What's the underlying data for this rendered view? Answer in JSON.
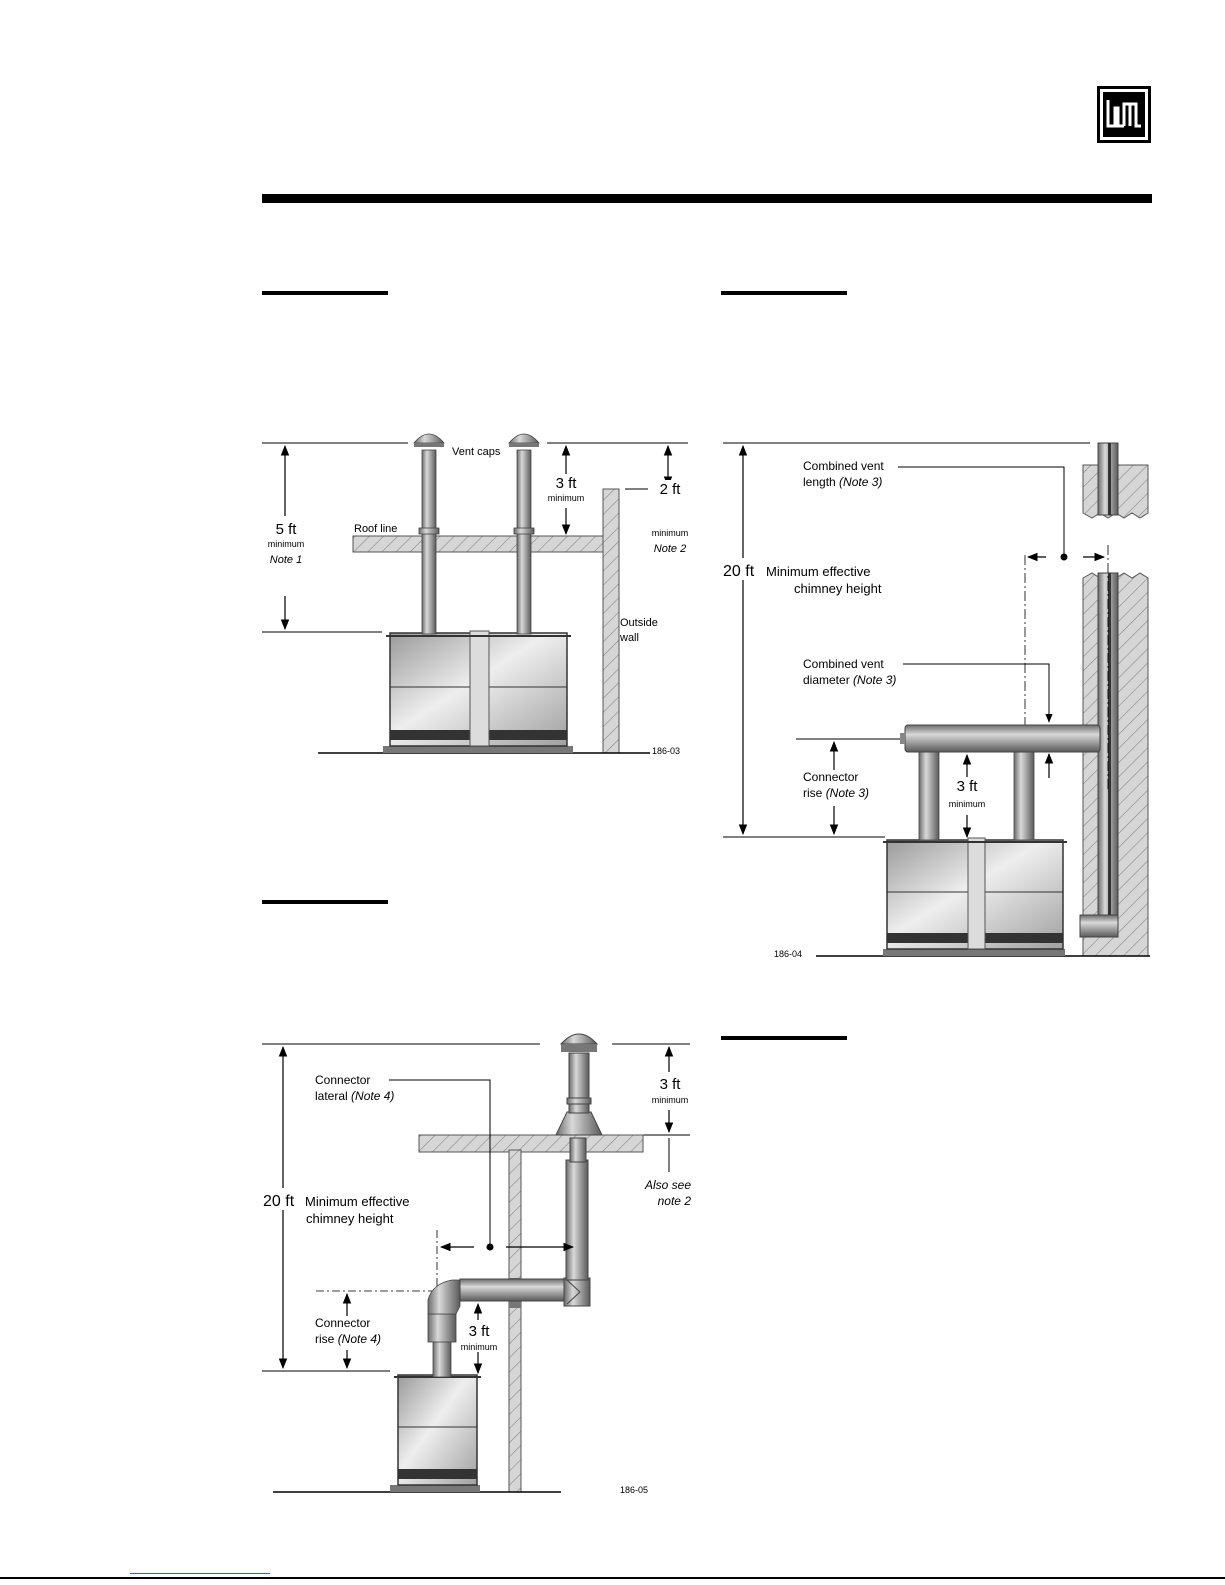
{
  "logo": {
    "text": "WM"
  },
  "figure1": {
    "vent_caps": "Vent caps",
    "roof_line": "Roof line",
    "outside_wall_1": "Outside",
    "outside_wall_2": "wall",
    "dim_5ft": "5 ft",
    "dim_5ft_min": "minimum",
    "dim_5ft_note": "Note 1",
    "dim_3ft": "3 ft",
    "dim_3ft_min": "minimum",
    "dim_2ft": "2 ft",
    "dim_2ft_min": "minimum",
    "dim_2ft_note": "Note 2",
    "fig_id": "186-03"
  },
  "figure2": {
    "combined_length_1": "Combined vent",
    "combined_length_2": "length",
    "combined_length_note": "(Note 3)",
    "dim_20ft": "20 ft",
    "min_eff_1": "Minimum effective",
    "min_eff_2": "chimney height",
    "combined_diam_1": "Combined vent",
    "combined_diam_2": "diameter",
    "combined_diam_note": "(Note 3)",
    "connector_rise_1": "Connector",
    "connector_rise_2": "rise",
    "connector_rise_note": "(Note 3)",
    "dim_3ft": "3 ft",
    "dim_3ft_min": "minimum",
    "fig_id": "186-04"
  },
  "figure3": {
    "connector_lateral_1": "Connector",
    "connector_lateral_2": "lateral",
    "connector_lateral_note": "(Note 4)",
    "dim_20ft": "20 ft",
    "min_eff_1": "Minimum effective",
    "min_eff_2": "chimney height",
    "connector_rise_1": "Connector",
    "connector_rise_2": "rise",
    "connector_rise_note": "(Note 4)",
    "dim_3ft_rise": "3 ft",
    "dim_3ft_rise_min": "minimum",
    "dim_3ft_top": "3 ft",
    "dim_3ft_top_min": "minimum",
    "also_see_1": "Also see",
    "also_see_2": "note 2",
    "fig_id": "186-05"
  }
}
